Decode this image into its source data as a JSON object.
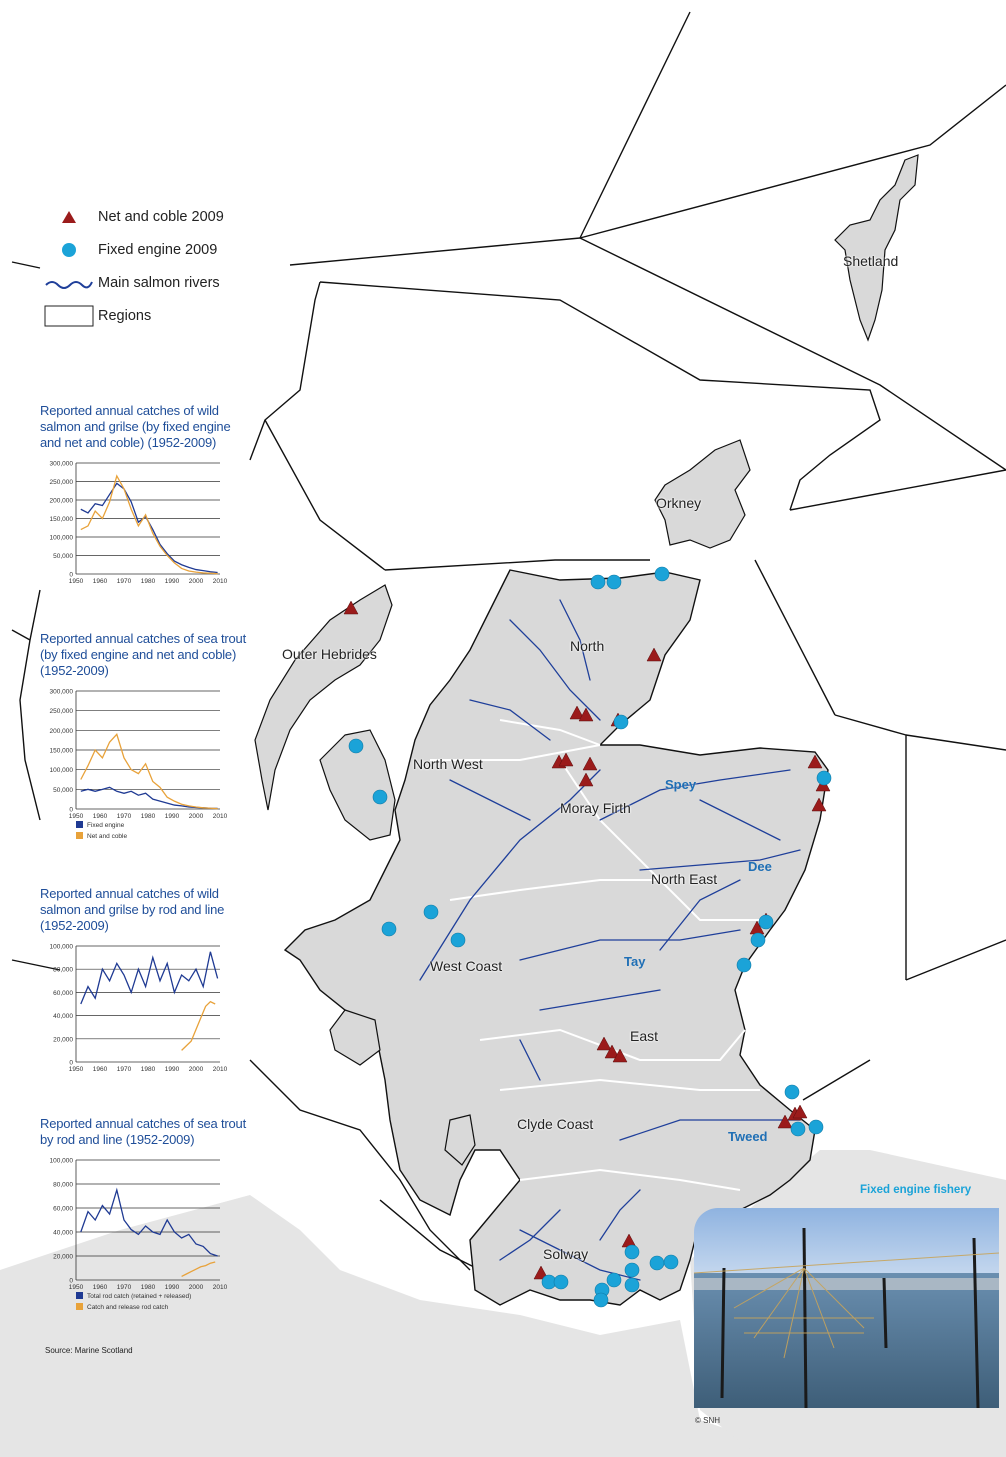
{
  "legend": {
    "net_and_coble": "Net and coble 2009",
    "fixed_engine": "Fixed engine 2009",
    "rivers": "Main salmon rivers",
    "regions": "Regions"
  },
  "colors": {
    "net_and_coble": "#9b1b1b",
    "fixed_engine": "#1ba3d8",
    "river": "#1f3f9a",
    "land": "#d9d9d9",
    "chart_series_blue": "#1f3a93",
    "chart_series_orange": "#e8a23a",
    "panel_title": "#1f4e99"
  },
  "regions": [
    "Shetland",
    "Orkney",
    "North",
    "Outer Hebrides",
    "North West",
    "Moray Firth",
    "North East",
    "West Coast",
    "East",
    "Clyde Coast",
    "Solway"
  ],
  "rivers": [
    "Spey",
    "Dee",
    "Tay",
    "Tweed"
  ],
  "source": "Source: Marine Scotland",
  "photo": {
    "title": "Fixed engine fishery",
    "credit": "© SNH"
  },
  "chart_data": [
    {
      "type": "line",
      "title": "Reported annual catches of wild salmon and grilse (by fixed engine and net and coble) (1952-2009)",
      "x": [
        1952,
        1955,
        1958,
        1961,
        1964,
        1967,
        1970,
        1973,
        1976,
        1979,
        1982,
        1985,
        1988,
        1991,
        1994,
        1997,
        2000,
        2003,
        2006,
        2009
      ],
      "xticks": [
        "1950",
        "1960",
        "1970",
        "1980",
        "1990",
        "2000",
        "2010"
      ],
      "yticks": [
        "0",
        "50,000",
        "100,000",
        "150,000",
        "200,000",
        "250,000",
        "300,000"
      ],
      "ylim": [
        0,
        300000
      ],
      "series": [
        {
          "color": "#1f3a93",
          "values": [
            175000,
            165000,
            190000,
            185000,
            215000,
            245000,
            230000,
            195000,
            140000,
            155000,
            120000,
            80000,
            55000,
            35000,
            25000,
            18000,
            12000,
            9000,
            6000,
            4000
          ]
        },
        {
          "color": "#e8a23a",
          "values": [
            120000,
            130000,
            170000,
            150000,
            195000,
            265000,
            230000,
            175000,
            130000,
            160000,
            110000,
            75000,
            50000,
            30000,
            15000,
            8000,
            5000,
            3000,
            2000,
            1000
          ]
        }
      ]
    },
    {
      "type": "line",
      "title": "Reported annual catches of sea trout (by fixed engine and net and coble) (1952-2009)",
      "x": [
        1952,
        1955,
        1958,
        1961,
        1964,
        1967,
        1970,
        1973,
        1976,
        1979,
        1982,
        1985,
        1988,
        1991,
        1994,
        1997,
        2000,
        2003,
        2006,
        2009
      ],
      "xticks": [
        "1950",
        "1960",
        "1970",
        "1980",
        "1990",
        "2000",
        "2010"
      ],
      "yticks": [
        "0",
        "50,000",
        "100,000",
        "150,000",
        "200,000",
        "250,000",
        "300,000"
      ],
      "ylim": [
        0,
        300000
      ],
      "series": [
        {
          "name": "Fixed engine",
          "color": "#1f3a93",
          "values": [
            45000,
            50000,
            45000,
            50000,
            55000,
            45000,
            40000,
            45000,
            35000,
            40000,
            25000,
            20000,
            15000,
            10000,
            8000,
            5000,
            4000,
            3000,
            2000,
            1500
          ]
        },
        {
          "name": "Net and coble",
          "color": "#e8a23a",
          "values": [
            75000,
            110000,
            150000,
            130000,
            170000,
            190000,
            130000,
            100000,
            90000,
            115000,
            70000,
            55000,
            30000,
            20000,
            12000,
            8000,
            5000,
            3000,
            2000,
            1000
          ]
        }
      ]
    },
    {
      "type": "line",
      "title": "Reported annual catches of wild salmon and grilse by rod and line (1952-2009)",
      "x": [
        1952,
        1955,
        1958,
        1961,
        1964,
        1967,
        1970,
        1973,
        1976,
        1979,
        1982,
        1985,
        1988,
        1991,
        1994,
        1997,
        2000,
        2003,
        2006,
        2009
      ],
      "xticks": [
        "1950",
        "1960",
        "1970",
        "1980",
        "1990",
        "2000",
        "2010"
      ],
      "yticks": [
        "0",
        "20,000",
        "40,000",
        "60,000",
        "80,000",
        "100,000"
      ],
      "ylim": [
        0,
        100000
      ],
      "series": [
        {
          "color": "#1f3a93",
          "values": [
            50000,
            65000,
            55000,
            80000,
            70000,
            85000,
            75000,
            60000,
            80000,
            65000,
            90000,
            70000,
            85000,
            60000,
            75000,
            70000,
            80000,
            65000,
            95000,
            72000
          ]
        },
        {
          "color": "#e8a23a",
          "x0": 1994,
          "values": [
            10000,
            14000,
            18000,
            28000,
            38000,
            48000,
            52000,
            50000
          ]
        }
      ]
    },
    {
      "type": "line",
      "title": "Reported annual catches of sea trout by rod and line (1952-2009)",
      "x": [
        1952,
        1955,
        1958,
        1961,
        1964,
        1967,
        1970,
        1973,
        1976,
        1979,
        1982,
        1985,
        1988,
        1991,
        1994,
        1997,
        2000,
        2003,
        2006,
        2009
      ],
      "xticks": [
        "1950",
        "1960",
        "1970",
        "1980",
        "1990",
        "2000",
        "2010"
      ],
      "yticks": [
        "0",
        "20,000",
        "40,000",
        "60,000",
        "80,000",
        "100,000"
      ],
      "ylim": [
        0,
        100000
      ],
      "series": [
        {
          "name": "Total rod catch (retained + released)",
          "color": "#1f3a93",
          "values": [
            40000,
            57000,
            50000,
            62000,
            55000,
            75000,
            50000,
            42000,
            38000,
            45000,
            40000,
            38000,
            50000,
            40000,
            35000,
            38000,
            30000,
            28000,
            22000,
            20000
          ]
        },
        {
          "name": "Catch and release rod catch",
          "color": "#e8a23a",
          "x0": 1994,
          "values": [
            3000,
            5000,
            7000,
            9000,
            11000,
            12000,
            14000,
            15000
          ]
        }
      ]
    }
  ]
}
